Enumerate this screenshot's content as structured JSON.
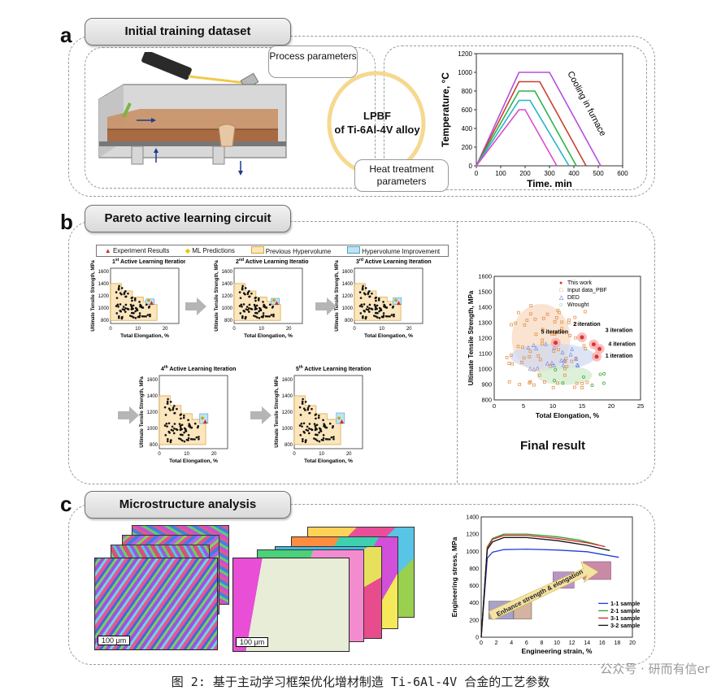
{
  "panels": {
    "a": {
      "letter": "a",
      "title": "Initial training dataset",
      "process_label": "Process parameters",
      "core_label_1": "LPBF",
      "core_label_2": "of Ti-6Al-4V alloy",
      "heat_label": "Heat treatment parameters",
      "heat_chart": {
        "ylabel": "Temperature, °C",
        "xlabel": "Time, min",
        "annotation": "Cooling in furnace",
        "x_ticks": [
          "0",
          "100",
          "200",
          "300",
          "400",
          "500",
          "600"
        ],
        "y_ticks": [
          "0",
          "200",
          "400",
          "600",
          "800",
          "1000",
          "1200"
        ]
      }
    },
    "b": {
      "letter": "b",
      "title": "Pareto active learning circuit",
      "legend": [
        "Experiment Results",
        "ML Predictions",
        "Previous Hypervolume",
        "Hypervolume Improvement"
      ],
      "iterations": [
        {
          "title_pre": "1",
          "title_sup": "st",
          "title_post": " Active Learning Iteration"
        },
        {
          "title_pre": "2",
          "title_sup": "nd",
          "title_post": " Active Learning Iteration"
        },
        {
          "title_pre": "3",
          "title_sup": "rd",
          "title_post": " Active Learning Iteration"
        },
        {
          "title_pre": "4",
          "title_sup": "th",
          "title_post": " Active Learning Iteration"
        },
        {
          "title_pre": "5",
          "title_sup": "th",
          "title_post": " Active Learning Iteration"
        }
      ],
      "mini_ylabel": "Ultimate Tensile Strength, MPa",
      "mini_xlabel": "Total Elongation, %",
      "mini_x_ticks": [
        "0",
        "10",
        "20"
      ],
      "mini_y_ticks": [
        "800",
        "1000",
        "1200",
        "1400",
        "1600"
      ],
      "final": {
        "title": "Final result",
        "ylabel": "Ultimate Tensile Strength, MPa",
        "xlabel": "Total Elongation, %",
        "x_ticks": [
          "0",
          "5",
          "10",
          "15",
          "20",
          "25"
        ],
        "y_ticks": [
          "800",
          "900",
          "1000",
          "1100",
          "1200",
          "1300",
          "1400",
          "1500",
          "1600"
        ],
        "legend": [
          "This work",
          "Input data_PBF",
          "DED",
          "Wrought"
        ],
        "annotations": [
          "5 iteration",
          "2 iteration",
          "3 iteration",
          "4 iteration",
          "1 iteration"
        ]
      }
    },
    "c": {
      "letter": "c",
      "title": "Microstructure analysis",
      "scale_bar_1": "100 μm",
      "scale_bar_2": "100 μm",
      "stress_chart": {
        "ylabel": "Engineering stress, MPa",
        "xlabel": "Engineering strain, %",
        "x_ticks": [
          "0",
          "2",
          "4",
          "6",
          "8",
          "10",
          "12",
          "14",
          "16",
          "18",
          "20"
        ],
        "y_ticks": [
          "0",
          "200",
          "400",
          "600",
          "800",
          "1000",
          "1200",
          "1400"
        ],
        "arrow_text": "Enhance strength & elongation",
        "legend": [
          "1-1 sample",
          "2-1 sample",
          "3-1 sample",
          "3-2 sample"
        ]
      }
    }
  },
  "caption": "图 2: 基于主动学习框架优化增材制造 Ti-6Al-4V 合金的工艺参数",
  "watermark": "公众号 · 研而有信er",
  "colors": {
    "hypervolume_prev": "#fbe6bd",
    "hypervolume_improve": "#bfe3f2",
    "series_1": "#1f3fd6",
    "series_2": "#2ca02c",
    "series_3": "#d62728",
    "series_4": "#111111"
  },
  "chart_data": [
    {
      "type": "line",
      "title": "",
      "xlabel": "Time, min",
      "ylabel": "Temperature, °C",
      "xlim": [
        0,
        600
      ],
      "ylim": [
        0,
        1200
      ],
      "series": [
        {
          "color": "#b44fe0",
          "x": [
            0,
            175,
            300,
            510
          ],
          "y": [
            0,
            1000,
            1000,
            0
          ]
        },
        {
          "color": "#c9402f",
          "x": [
            0,
            175,
            260,
            450
          ],
          "y": [
            0,
            900,
            900,
            0
          ]
        },
        {
          "color": "#2fb24a",
          "x": [
            0,
            175,
            240,
            410
          ],
          "y": [
            0,
            800,
            800,
            0
          ]
        },
        {
          "color": "#27b3c9",
          "x": [
            0,
            175,
            220,
            380
          ],
          "y": [
            0,
            700,
            700,
            0
          ]
        },
        {
          "color": "#d94bd0",
          "x": [
            0,
            175,
            200,
            330
          ],
          "y": [
            0,
            600,
            600,
            0
          ]
        }
      ]
    },
    {
      "type": "line",
      "title": "",
      "xlabel": "Engineering strain, %",
      "ylabel": "Engineering stress, MPa",
      "xlim": [
        0,
        20
      ],
      "ylim": [
        0,
        1400
      ],
      "series": [
        {
          "name": "1-1 sample",
          "x": [
            0,
            0.8,
            1.5,
            3,
            6,
            10,
            14,
            18.2
          ],
          "y": [
            0,
            920,
            990,
            1020,
            1025,
            1015,
            995,
            930
          ]
        },
        {
          "name": "2-1 sample",
          "x": [
            0,
            0.8,
            1.5,
            3,
            6,
            10,
            13,
            15.5
          ],
          "y": [
            0,
            1050,
            1150,
            1200,
            1200,
            1170,
            1130,
            1075
          ]
        },
        {
          "name": "3-1 sample",
          "x": [
            0,
            0.8,
            1.5,
            3,
            6,
            10,
            14,
            16.4
          ],
          "y": [
            0,
            1040,
            1140,
            1185,
            1185,
            1150,
            1100,
            1055
          ]
        },
        {
          "name": "3-2 sample",
          "x": [
            0,
            0.8,
            1.5,
            3,
            6,
            10,
            14,
            17
          ],
          "y": [
            0,
            1020,
            1110,
            1160,
            1160,
            1125,
            1070,
            1010
          ]
        }
      ]
    }
  ]
}
